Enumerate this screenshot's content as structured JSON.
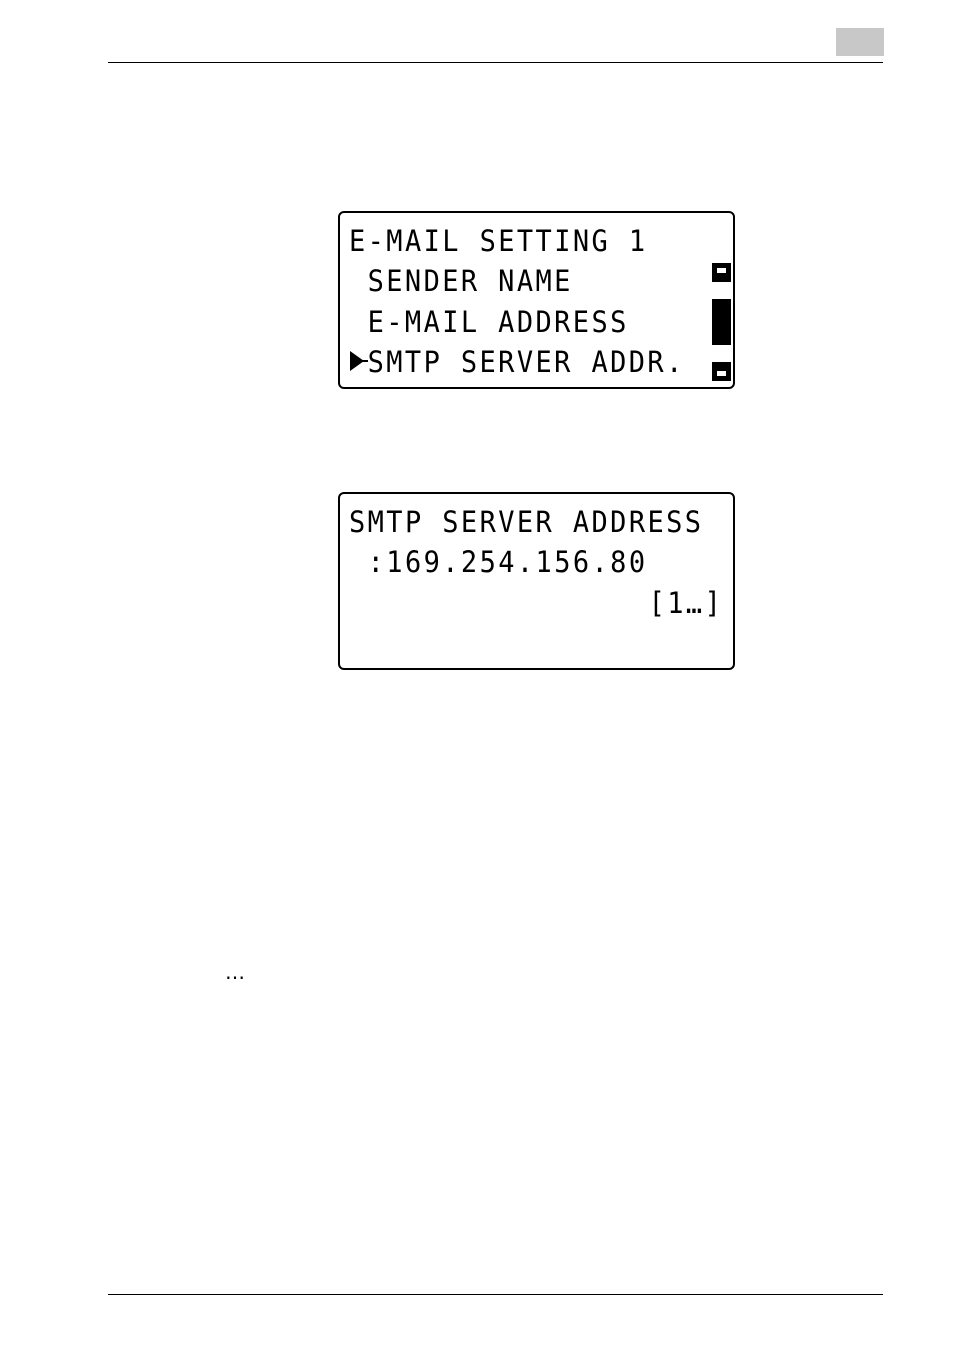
{
  "screen1": {
    "lines": [
      "E-MAIL SETTING 1",
      "SENDER NAME",
      "E-MAIL ADDRESS",
      "SMTP SERVER ADDR."
    ],
    "selected_index": 3,
    "cursor_icon": "triangle-pointer-icon",
    "scroll_position": 0.5
  },
  "screen2": {
    "lines": [
      "SMTP SERVER ADDRESS",
      " :169.254.156.80",
      "[1…]"
    ]
  },
  "note_marker": "…"
}
